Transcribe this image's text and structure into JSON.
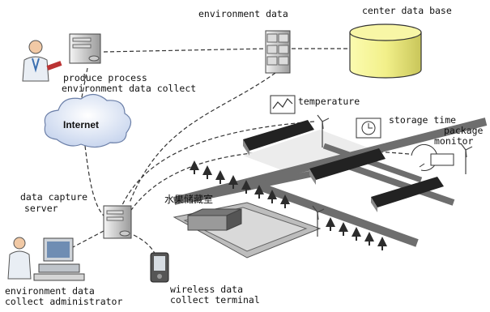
{
  "labels": {
    "environment_data": "environment data",
    "center_data_base": "center data base",
    "produce_process_1": "produce process",
    "produce_process_2": "environment data collect",
    "internet": "Internet",
    "temperature": "temperature",
    "storage_time": "storage time",
    "package_monitor_1": "package",
    "package_monitor_2": "monitor",
    "data_capture_1": "data capture",
    "data_capture_2": "server",
    "fruit_storage": "水果储藏室",
    "admin_1": "environment data",
    "admin_2": "collect administrator",
    "wireless_1": "wireless data",
    "wireless_2": "collect terminal"
  },
  "icons": [
    "server-icon",
    "database-cylinder-icon",
    "cloud-icon",
    "doctor-person-icon",
    "computer-workstation-icon",
    "pda-terminal-icon",
    "temperature-chart-icon",
    "clock-icon",
    "camera-icon",
    "warehouse-icon",
    "tree-icon",
    "wind-turbine-icon"
  ],
  "colors": {
    "database": "#f2f08a",
    "cloud": "#dde7f6",
    "road": "#6e6e6e",
    "line": "#333333"
  }
}
